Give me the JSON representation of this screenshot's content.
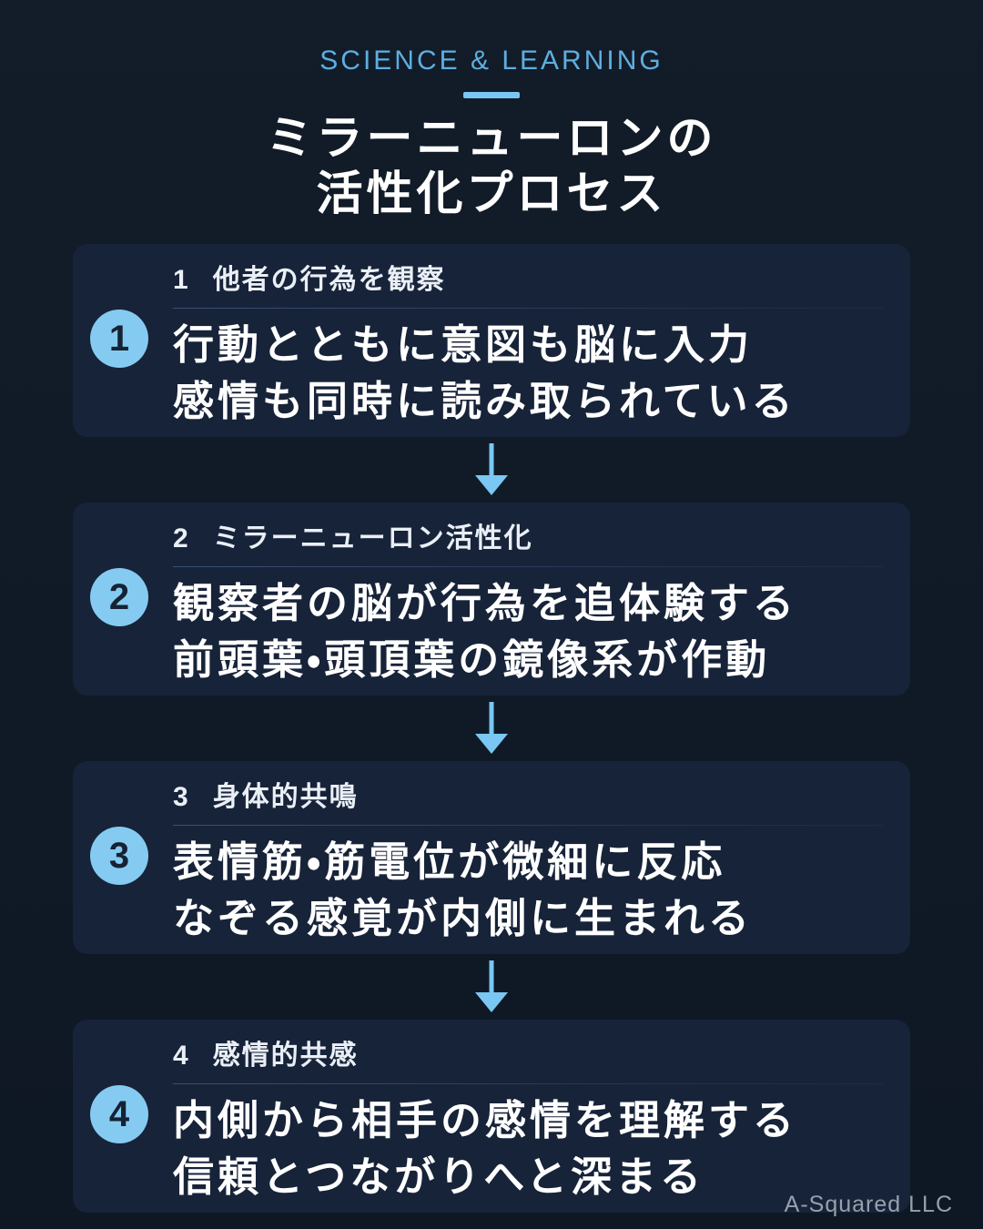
{
  "header": {
    "eyebrow": "SCIENCE & LEARNING",
    "title_line1": "ミラーニューロンの",
    "title_line2": "活性化プロセス"
  },
  "steps": [
    {
      "number": "1",
      "heading": "他者の行為を観察",
      "body_line1": "行動とともに意図も脳に入力",
      "body_line2": "感情も同時に読み取られている"
    },
    {
      "number": "2",
      "heading": "ミラーニューロン活性化",
      "body_line1": "観察者の脳が行為を追体験する",
      "body_line2": "前頭葉・頭頂葉の鏡像系が作動"
    },
    {
      "number": "3",
      "heading": "身体的共鳴",
      "body_line1": "表情筋・筋電位が微細に反応",
      "body_line2": "なぞる感覚が内側に生まれる"
    },
    {
      "number": "4",
      "heading": "感情的共感",
      "body_line1": "内側から相手の感情を理解する",
      "body_line2": "信頼とつながりへと深まる"
    }
  ],
  "footer": {
    "credit": "A-Squared LLC"
  },
  "colors": {
    "page_bg": "#0F1926",
    "card_bg": "#172339",
    "accent": "#85CBF1",
    "eyebrow_text": "#5FAEDF",
    "arrow": "#79C7F2",
    "badge_number": "#152233",
    "footer_text": "#97A1AC"
  }
}
